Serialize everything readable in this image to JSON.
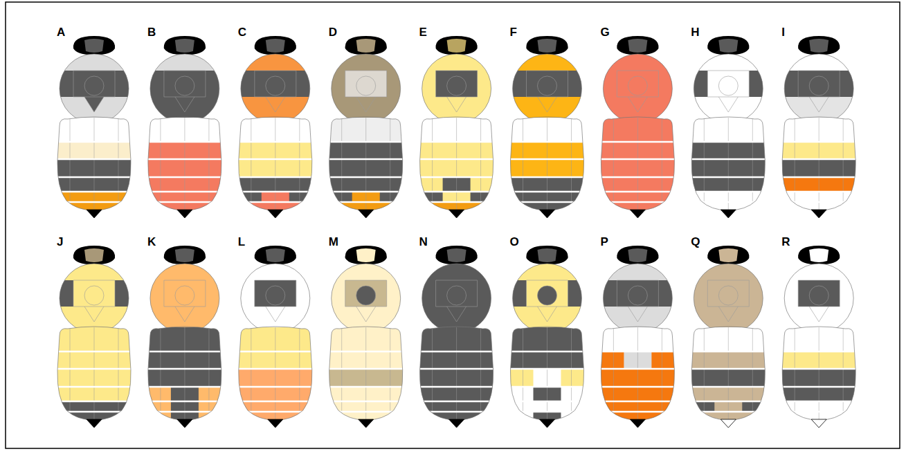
{
  "diagram": {
    "labels": [
      "A",
      "B",
      "C",
      "D",
      "E",
      "F",
      "G",
      "H",
      "I",
      "J",
      "K",
      "L",
      "M",
      "N",
      "O",
      "P",
      "Q",
      "R"
    ]
  }
}
